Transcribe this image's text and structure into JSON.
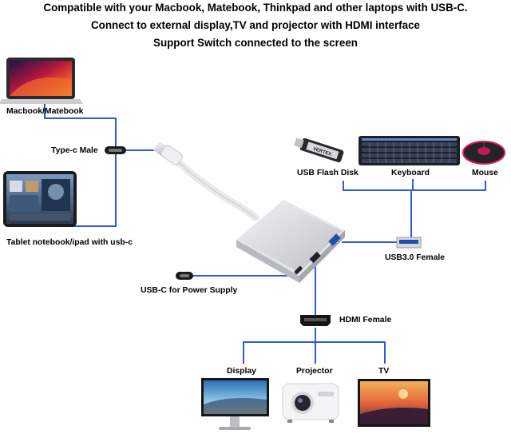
{
  "header": {
    "line1": "Compatible with your Macbook, Matebook, Thinkpad and other laptops with USB-C.",
    "line2": "Connect to external display,TV and projector with HDMI interface",
    "line3": "Support Switch connected to the screen"
  },
  "labels": {
    "macbook": "Macbook/Matebook",
    "type_c_male": "Type-c Male",
    "tablet": "Tablet notebook/ipad with usb-c",
    "usb_flash_disk": "USB Flash Disk",
    "keyboard": "Keyboard",
    "mouse": "Mouse",
    "usb3_female": "USB3.0 Female",
    "usb_c_power": "USB-C for Power Supply",
    "hdmi_female": "HDMI Female",
    "display": "Display",
    "projector": "Projector",
    "tv": "TV"
  },
  "device_text": {
    "usb_stick_brand": "VERTEX"
  },
  "colors": {
    "connector_line": "#2f5bd8",
    "adapter_body": "#d8dade",
    "mouse_glow": "#e0185a",
    "keyboard_glow": "#7fa8ff"
  }
}
